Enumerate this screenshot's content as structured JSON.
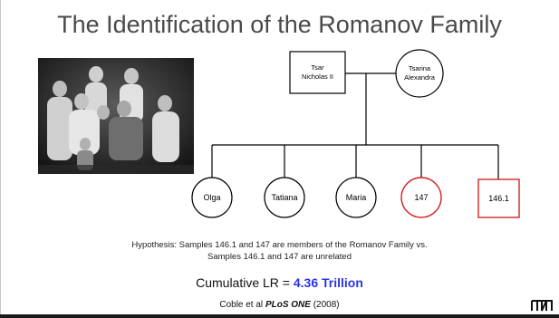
{
  "title": "The Identification of the Romanov Family",
  "photo_description_icon": "family-photo",
  "pedigree": {
    "father": {
      "line1": "Tsar",
      "line2": "Nicholas II",
      "shape": "square"
    },
    "mother": {
      "line1": "Tsarina",
      "line2": "Alexandra",
      "shape": "circle"
    },
    "children": [
      {
        "label": "Olga",
        "shape": "circle",
        "highlight": false
      },
      {
        "label": "Tatiana",
        "shape": "circle",
        "highlight": false
      },
      {
        "label": "Maria",
        "shape": "circle",
        "highlight": false
      },
      {
        "label": "147",
        "shape": "circle",
        "highlight": true
      },
      {
        "label": "146.1",
        "shape": "square",
        "highlight": true
      }
    ],
    "highlight_color": "#d42424",
    "line_color": "#000000"
  },
  "hypothesis": {
    "line1": "Hypothesis: Samples 146.1 and 147 are members of the Romanov Family vs.",
    "line2": "Samples 146.1 and 147 are unrelated"
  },
  "cumulative_lr": {
    "label": "Cumulative LR = ",
    "value": "4.36 Trillion",
    "value_color": "#2b35e6"
  },
  "citation": {
    "author": "Coble et al ",
    "journal": "PLoS ONE",
    "year": " (2008)"
  },
  "logo_icon": "nist-logo-icon"
}
